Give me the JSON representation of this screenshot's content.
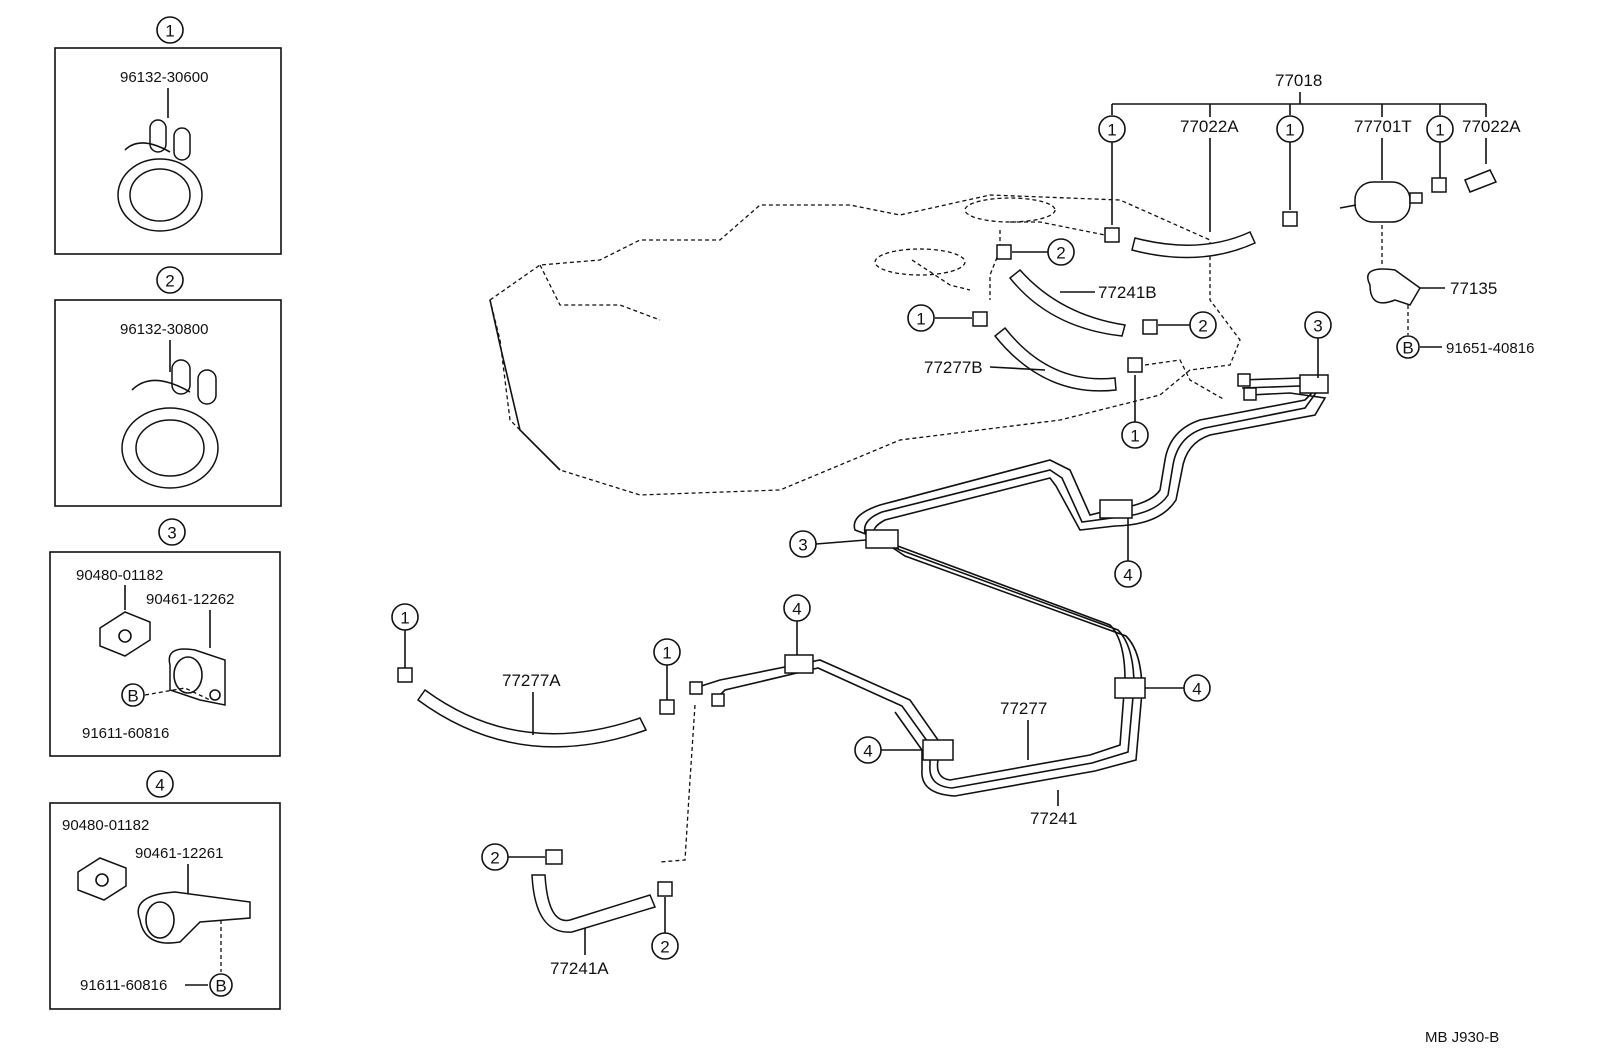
{
  "inset_boxes": [
    {
      "marker": "1",
      "parts": [
        "96132-30600"
      ]
    },
    {
      "marker": "2",
      "parts": [
        "96132-30800"
      ]
    },
    {
      "marker": "3",
      "parts": [
        "90480-01182",
        "90461-12262",
        "91611-60816"
      ],
      "bolt_marker": "B"
    },
    {
      "marker": "4",
      "parts": [
        "90480-01182",
        "90461-12261",
        "91611-60816"
      ],
      "bolt_marker": "B"
    }
  ],
  "top_group": {
    "assembly": "77018",
    "parts": [
      "77022A",
      "77701T",
      "77022A"
    ],
    "markers": [
      "1",
      "1",
      "1"
    ]
  },
  "main_labels": {
    "p77241B": "77241B",
    "p77277B": "77277B",
    "p77135": "77135",
    "p91651": "91651-40816",
    "p77277A": "77277A",
    "p77277": "77277",
    "p77241": "77241",
    "p77241A": "77241A",
    "b_marker": "B"
  },
  "callouts": {
    "m1": "1",
    "m2": "2",
    "m3": "3",
    "m4": "4"
  },
  "footer": {
    "code": "MB  J930-B"
  }
}
